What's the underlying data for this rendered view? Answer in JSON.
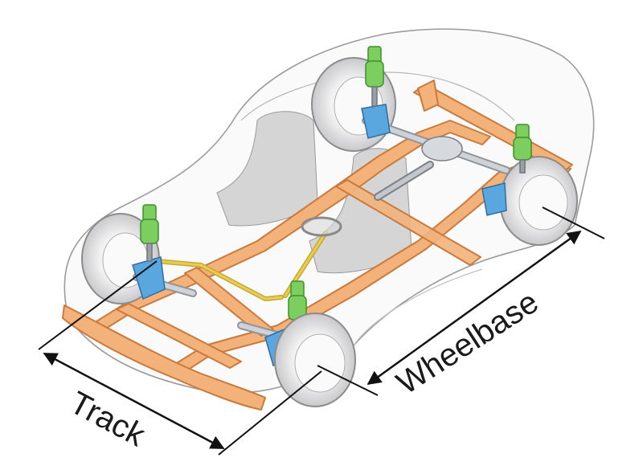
{
  "labels": {
    "track": "Track",
    "wheelbase": "Wheelbase"
  },
  "colors": {
    "frame": "#f2b27a",
    "frame_edge": "#c97a3c",
    "spring": "#7ccf5e",
    "spring_edge": "#3f8f2a",
    "steering": "#e8cc5a",
    "hub": "#5aa6df",
    "tire": "#e9e9ea",
    "tire_edge": "#8c8c8c",
    "seat": "#c8c8ca",
    "body_outline": "#9b9b9b",
    "axle": "#b7bcc3",
    "dimension": "#111111"
  },
  "icons": {
    "track": "dimension-arrow",
    "wheelbase": "dimension-arrow"
  }
}
